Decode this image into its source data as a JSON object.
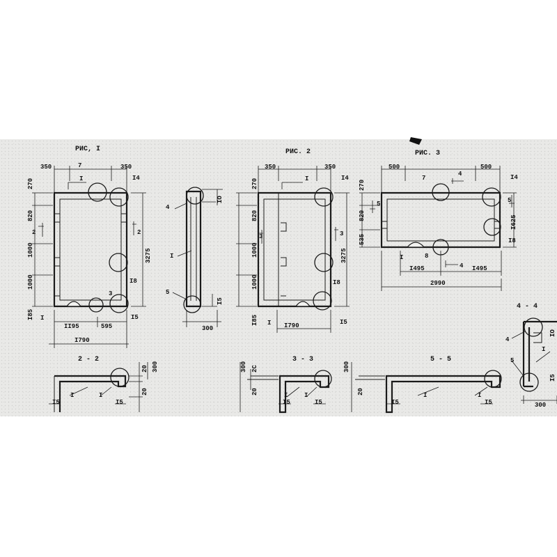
{
  "fig1": {
    "title": "РИС, I",
    "dim_left": "350",
    "dim_right": "350",
    "heights": [
      "270",
      "820",
      "1000",
      "1000",
      "I85"
    ],
    "total_height": "3275",
    "bottom_dims": [
      "II95",
      "595"
    ],
    "total_width": "I790",
    "markers": [
      "7",
      "I4",
      "2",
      "2",
      "I8",
      "3",
      "I",
      "I5",
      "I"
    ]
  },
  "fig_side": {
    "labels": [
      "4",
      "I",
      "5"
    ],
    "dims": [
      "IO",
      "I5",
      "300"
    ]
  },
  "fig2": {
    "title": "РИС. 2",
    "dim_left": "350",
    "dim_right": "350",
    "heights": [
      "270",
      "820",
      "1000",
      "1000",
      "I85"
    ],
    "total_height": "3275",
    "bottom_dim": "I790",
    "markers": [
      "I",
      "I4",
      "3",
      "3",
      "I8",
      "I",
      "I5"
    ]
  },
  "fig3": {
    "title": "РИС. 3",
    "dim_left": "500",
    "dim_right": "500",
    "heights": [
      "270",
      "820",
      "535"
    ],
    "total_height": "I625",
    "bottom_dims": [
      "I495",
      "I495"
    ],
    "total_width": "2990",
    "markers": [
      "7",
      "4",
      "I4",
      "5",
      "5",
      "I",
      "I8",
      "8",
      "4"
    ]
  },
  "sec22": {
    "title": "2 - 2",
    "dims": [
      "20",
      "300",
      "20"
    ],
    "labels": [
      "I5",
      "I",
      "I",
      "I5"
    ]
  },
  "sec33": {
    "title": "3 - 3",
    "dims": [
      "300",
      "2C",
      "20"
    ],
    "labels": [
      "I",
      "I",
      "I5",
      "I5"
    ]
  },
  "sec55": {
    "title": "5 - 5",
    "dims": [
      "300",
      "20"
    ],
    "labels": [
      "I5",
      "I",
      "I",
      "I5"
    ]
  },
  "sec44": {
    "title": "4 - 4",
    "labels": [
      "4",
      "5",
      "I"
    ],
    "dims": [
      "IO",
      "I5",
      "300"
    ]
  }
}
